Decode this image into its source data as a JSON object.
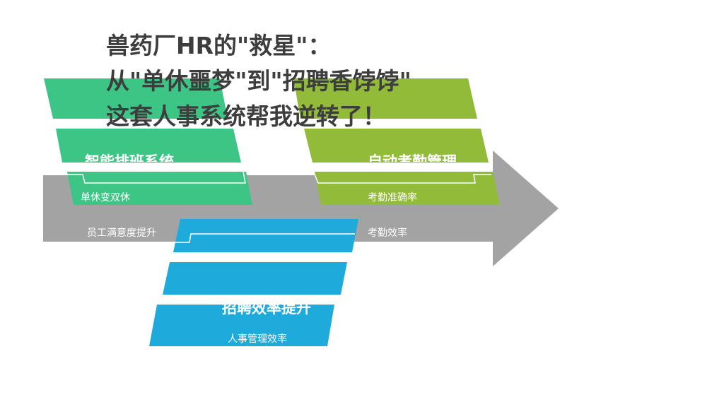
{
  "title": {
    "line1": "兽药厂HR的\"救星\"：",
    "line2": "从\"单休噩梦\"到\"招聘香饽饽\"",
    "line3": "这套人事系统帮我逆转了！"
  },
  "colors": {
    "arrow": "#a3a3a3",
    "green": "#3dc585",
    "olive": "#92bb3a",
    "blue": "#1eaadb",
    "title": "#3d3d3d"
  },
  "blocks": {
    "scheduling": {
      "heading": "智能排班系统",
      "label1": "单休变双休",
      "label2": "员工满意度提升"
    },
    "attendance": {
      "heading": "自动考勤管理",
      "label1": "考勤准确率",
      "label2": "考勤效率"
    },
    "recruiting": {
      "heading": "招聘效率提升",
      "label1": "人事管理效率"
    }
  }
}
